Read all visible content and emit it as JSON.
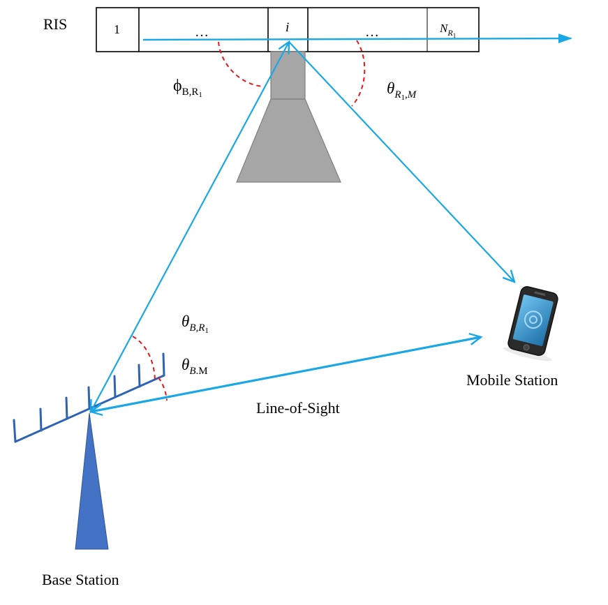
{
  "labels": {
    "ris": "RIS",
    "base_station": "Base Station",
    "mobile_station": "Mobile Station",
    "line_of_sight": "Line-of-Sight"
  },
  "ris_cells": {
    "first": "1",
    "dots_left": "…",
    "middle": "i",
    "dots_right": "…",
    "last_main": "N",
    "last_sub": "R",
    "last_subsub": "1"
  },
  "angles": {
    "phi_b_r1": {
      "symbol": "ϕ",
      "sub": "B,R",
      "subsub": "1"
    },
    "theta_r1_m": {
      "symbol": "θ",
      "sub_a": "R",
      "subsub": "1",
      "sub_b": ",M"
    },
    "theta_b_r1": {
      "symbol": "θ",
      "sub": "B,R",
      "subsub": "1"
    },
    "theta_b_m": {
      "symbol": "θ",
      "sub": "B",
      "sub_rest": ".M"
    }
  },
  "colors": {
    "link": "#1aa7e6",
    "angle_arc": "#e0191e",
    "ris_panel": "#a6a6a6",
    "antenna_array": "#2e62b4",
    "base_tower": "#4472c4",
    "phone_body": "#2a2a2a",
    "phone_screen": "#2f8fc7"
  }
}
